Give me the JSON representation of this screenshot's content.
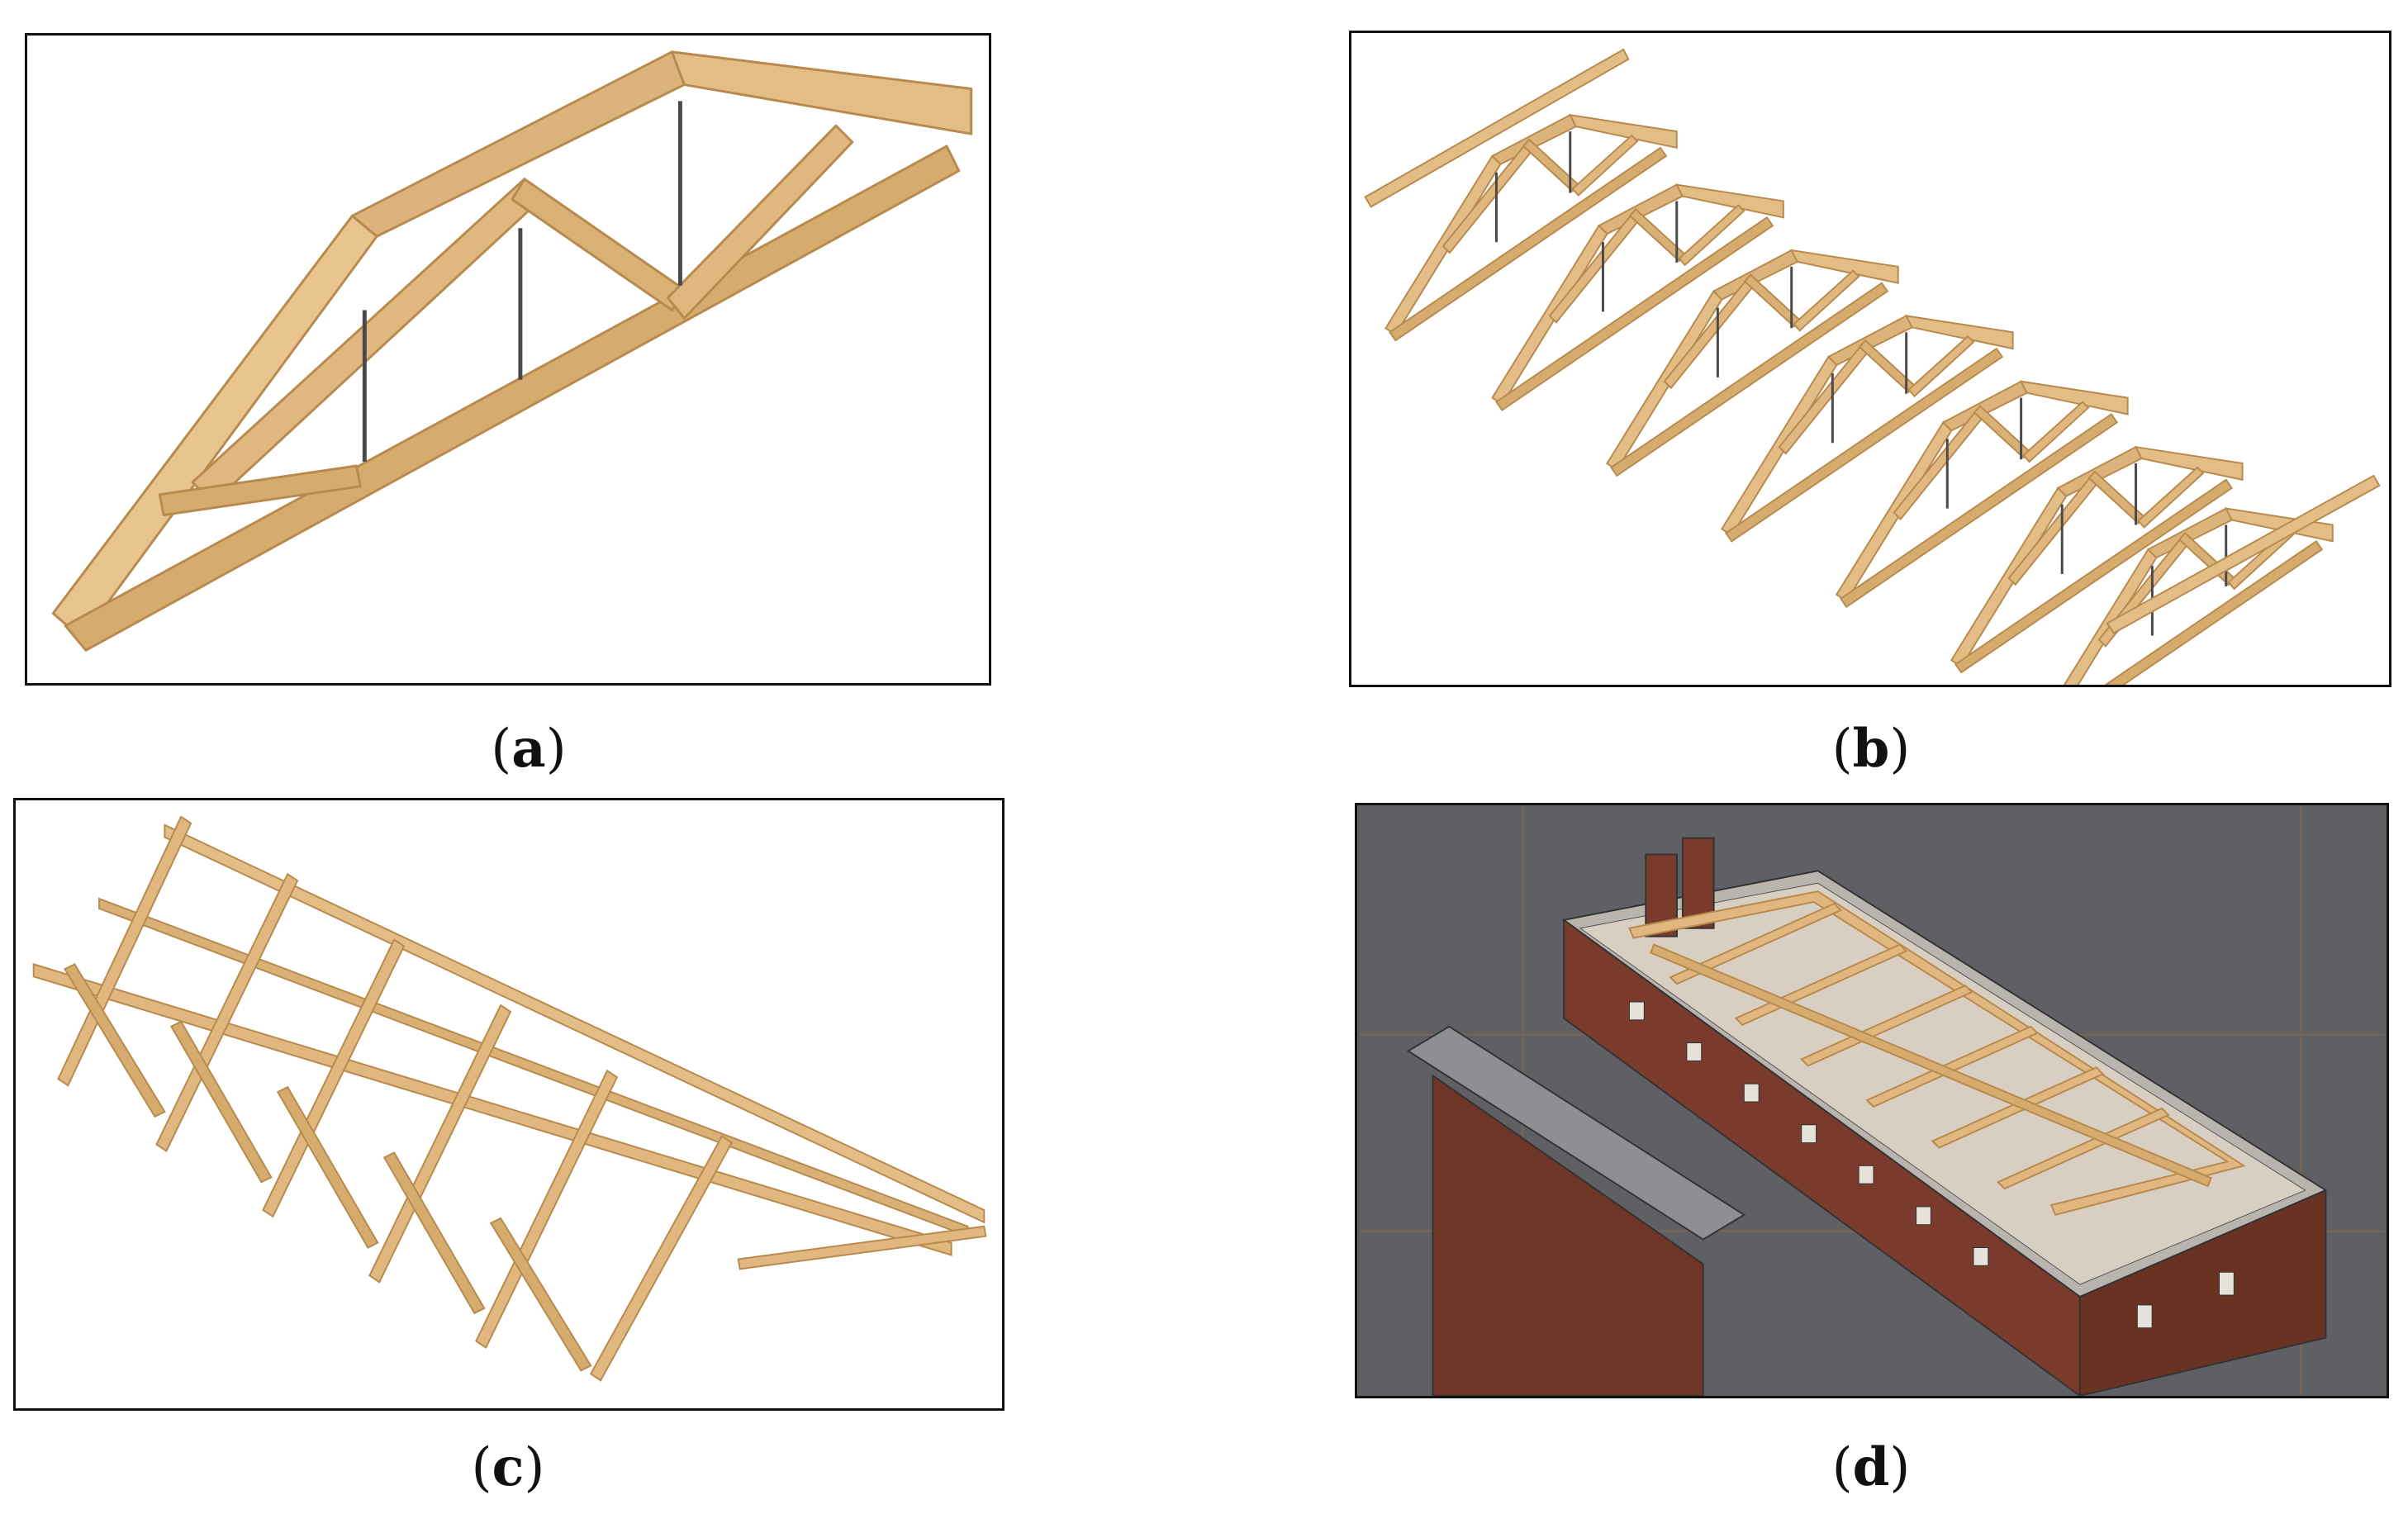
{
  "figure": {
    "panels": [
      {
        "id": "a",
        "caption_open": "(",
        "caption_letter": "a",
        "caption_close": ")"
      },
      {
        "id": "b",
        "caption_open": "(",
        "caption_letter": "b",
        "caption_close": ")"
      },
      {
        "id": "c",
        "caption_open": "(",
        "caption_letter": "c",
        "caption_close": ")"
      },
      {
        "id": "d",
        "caption_open": "(",
        "caption_letter": "d",
        "caption_close": ")"
      }
    ]
  },
  "colors": {
    "timber_light": "#e8c48f",
    "timber_mid": "#d6ab6e",
    "timber_dark": "#b88a4e",
    "rod": "#4a4a4a",
    "border": "#111111",
    "ground": "#5f6063",
    "brick": "#7a3b2c",
    "roof_grey": "#8d8f93"
  }
}
